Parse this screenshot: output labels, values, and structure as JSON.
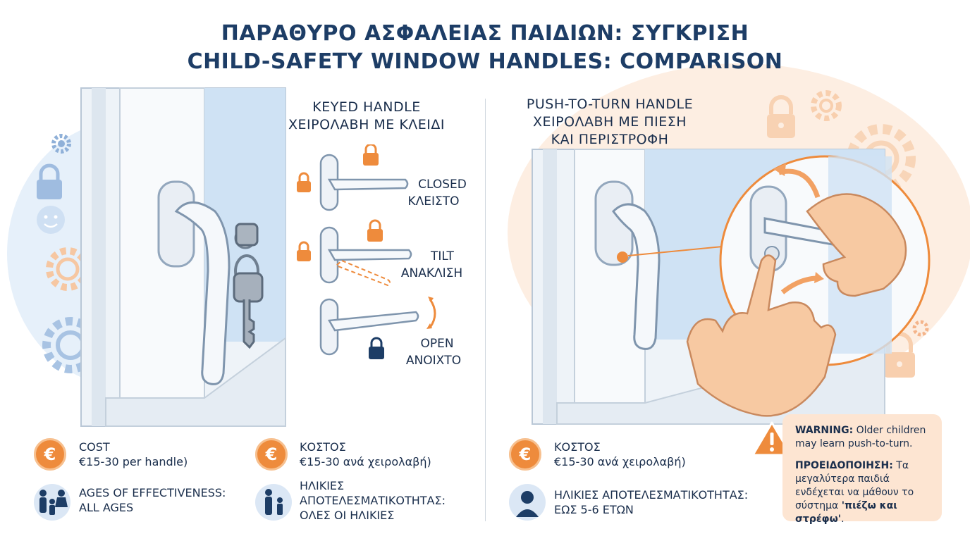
{
  "title": {
    "line1": "ΠΑΡΑΘΥΡΟ ΑΣΦΑΛΕΙΑΣ ΠΑΙΔΙΩΝ: ΣΥΓΚΡΙΣΗ",
    "line2": "CHILD-SAFETY WINDOW HANDLES: COMPARISON"
  },
  "keyed": {
    "header_en": "KEYED HANDLE",
    "header_gr": "ΧΕΙΡΟΛΑΒΗ ΜΕ ΚΛΕΙΔΙ",
    "states": [
      {
        "en": "CLOSED",
        "gr": "ΚΛΕΙΣΤΟ"
      },
      {
        "en": "TILT",
        "gr": "ΑΝΑΚΛΙΣΗ"
      },
      {
        "en": "OPEN",
        "gr": "ΑΝΟΙΧΤΟ"
      }
    ],
    "cost_en_label": "COST",
    "cost_en_value": "€15-30 per handle)",
    "cost_gr_label": "ΚΟΣΤΟΣ",
    "cost_gr_value": "€15-30 ανά χειρολαβή)",
    "ages_en_label": "AGES OF EFFECTIVENESS:",
    "ages_en_value": "ALL AGES",
    "ages_gr_label1": "ΗΛΙΚΙΕΣ",
    "ages_gr_label2": "ΑΠΟΤΕΛΕΣΜΑΤΙΚΟΤΗΤΑΣ:",
    "ages_gr_value": "ΟΛΕΣ ΟΙ ΗΛΙΚΙΕΣ"
  },
  "push": {
    "header_line1": "PUSH-TO-TURN HANDLE",
    "header_line2": "ΧΕΙΡΟΛΑΒΗ ΜΕ ΠΙΕΣΗ",
    "header_line3": "ΚΑΙ ΠΕΡΙΣΤΡΟΦΗ",
    "cost_gr_label": "ΚΟΣΤΟΣ",
    "cost_gr_value": "€15-30 ανά χειρολαβή)",
    "ages_gr_label": "ΗΛΙΚΙΕΣ ΑΠΟΤΕΛΕΣΜΑΤΙΚΟΤΗΤΑΣ:",
    "ages_gr_value": "ΕΩΣ 5-6 ΕΤΩΝ"
  },
  "warning": {
    "en_bold": "WARNING:",
    "en_text": " Older children may learn push-to-turn.",
    "gr_bold": "ΠΡΟΕΙΔΟΠΟΙΗΣΗ:",
    "gr_text": " Τα μεγαλύτερα παιδιά ενδέχεται να μάθουν το σύστημα ",
    "gr_quote": "'πιέζω και στρέφω'",
    "gr_end": "."
  },
  "euro_symbol": "€",
  "colors": {
    "accent_orange": "#ee8b3c",
    "navy": "#1d3d66",
    "light_blue": "#dbe9f7",
    "peach": "#fde5d2"
  }
}
